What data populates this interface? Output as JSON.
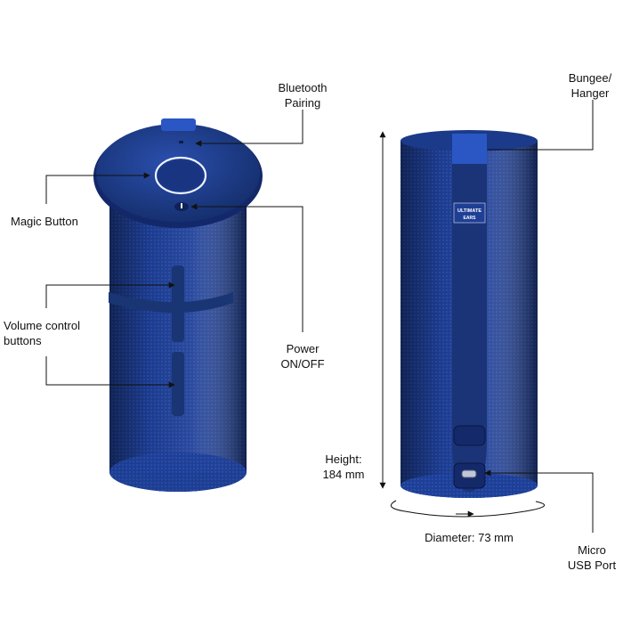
{
  "labels": {
    "bluetooth_line1": "Bluetooth",
    "bluetooth_line2": "Pairing",
    "magic_button": "Magic Button",
    "volume_line1": "Volume control",
    "volume_line2": "buttons",
    "power_line1": "Power",
    "power_line2": "ON/OFF",
    "bungee_line1": "Bungee/",
    "bungee_line2": "Hanger",
    "height_line1": "Height:",
    "height_line2": "184 mm",
    "diameter": "Diameter: 73 mm",
    "usb_line1": "Micro",
    "usb_line2": "USB Port"
  },
  "branding": {
    "logo_line1": "ULTIMATE",
    "logo_line2": "EARS"
  },
  "colors": {
    "speaker_blue": "#1f3f95",
    "speaker_dark": "#13286a",
    "strap_blue": "#1b3478"
  }
}
